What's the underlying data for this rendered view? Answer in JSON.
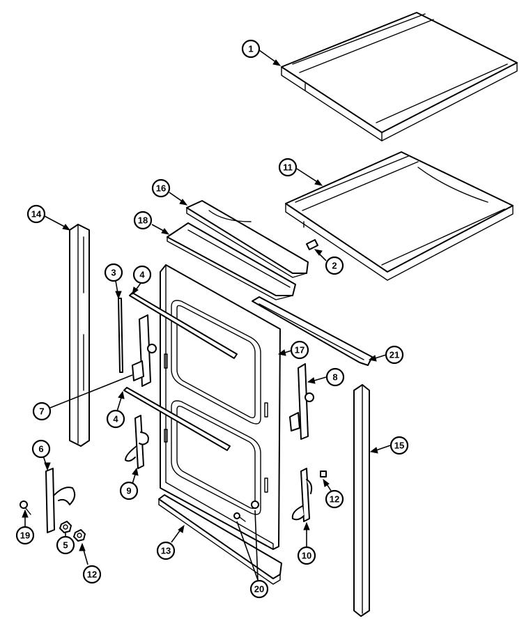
{
  "callouts": [
    {
      "id": "c1",
      "label": "1"
    },
    {
      "id": "c11",
      "label": "11"
    },
    {
      "id": "c16",
      "label": "16"
    },
    {
      "id": "c18",
      "label": "18"
    },
    {
      "id": "c2",
      "label": "2"
    },
    {
      "id": "c14",
      "label": "14"
    },
    {
      "id": "c3",
      "label": "3"
    },
    {
      "id": "c4a",
      "label": "4"
    },
    {
      "id": "c17",
      "label": "17"
    },
    {
      "id": "c21",
      "label": "21"
    },
    {
      "id": "c8",
      "label": "8"
    },
    {
      "id": "c7",
      "label": "7"
    },
    {
      "id": "c4b",
      "label": "4"
    },
    {
      "id": "c15",
      "label": "15"
    },
    {
      "id": "c6",
      "label": "6"
    },
    {
      "id": "c9",
      "label": "9"
    },
    {
      "id": "c12a",
      "label": "12"
    },
    {
      "id": "c19",
      "label": "19"
    },
    {
      "id": "c5",
      "label": "5"
    },
    {
      "id": "c12b",
      "label": "12"
    },
    {
      "id": "c13",
      "label": "13"
    },
    {
      "id": "c20",
      "label": "20"
    },
    {
      "id": "c10",
      "label": "10"
    }
  ]
}
